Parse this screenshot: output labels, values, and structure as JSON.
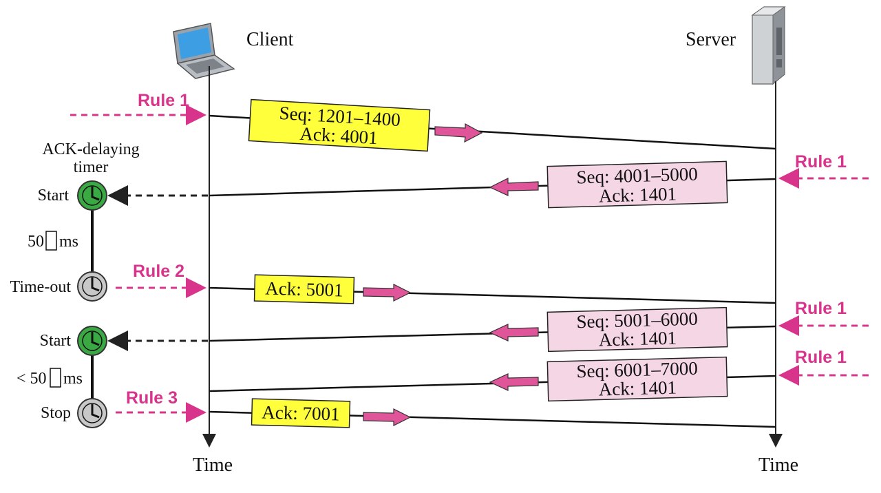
{
  "entities": {
    "client": "Client",
    "server": "Server",
    "time_client": "Time",
    "time_server": "Time"
  },
  "timer": {
    "title_line1": "ACK-delaying",
    "title_line2": "timer",
    "start1": "Start",
    "interval1": "50",
    "unit1": "ms",
    "timeout": "Time-out",
    "start2": "Start",
    "interval2": "< 50",
    "unit2": "ms",
    "stop": "Stop"
  },
  "rules": {
    "c1": "Rule 1",
    "s1": "Rule 1",
    "c2": "Rule 2",
    "s2": "Rule 1",
    "s3": "Rule 1",
    "c3": "Rule 3"
  },
  "segments": [
    {
      "line1": "Seq: 1201–1400",
      "line2": "Ack: 4001"
    },
    {
      "line1": "Seq: 4001–5000",
      "line2": "Ack: 1401"
    },
    {
      "line1": "Ack: 5001"
    },
    {
      "line1": "Seq: 5001–6000",
      "line2": "Ack: 1401"
    },
    {
      "line1": "Seq: 6001–7000",
      "line2": "Ack: 1401"
    },
    {
      "line1": "Ack: 7001"
    }
  ],
  "colors": {
    "rule": "#d9348c",
    "client_seg": "#ffff3c",
    "server_seg": "#f5d6e4",
    "timer_active": "#3aa843",
    "timer_idle": "#c8c8c8"
  }
}
